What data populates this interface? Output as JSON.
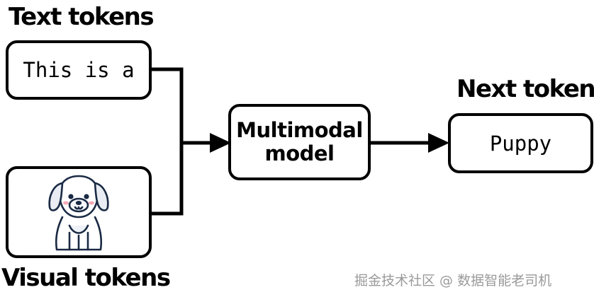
{
  "labels": {
    "text_tokens": "Text tokens",
    "visual_tokens": "Visual tokens",
    "next_token": "Next token"
  },
  "boxes": {
    "text_input": "This is a",
    "model_line1": "Multimodal",
    "model_line2": "model",
    "output": "Puppy"
  },
  "image_input": {
    "icon": "puppy-icon"
  },
  "watermark": "掘金技术社区 @ 数据智能老司机"
}
